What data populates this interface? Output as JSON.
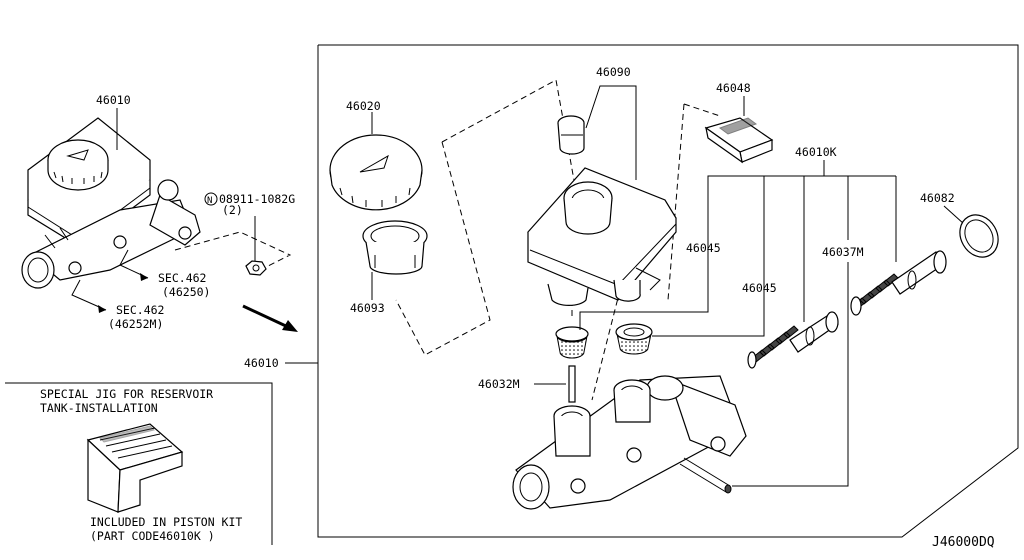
{
  "labels": {
    "assembly_left": "46010",
    "assembly_right": "46010",
    "kit": "46010K",
    "cap": "46020",
    "strainer": "46093",
    "grommet_set": "46090",
    "sensor": "46048",
    "reservoir_seal_a": "46045",
    "reservoir_seal_b": "46045",
    "piston_secondary": "46037M",
    "piston_primary": "46082",
    "pin": "46032M",
    "nut_part": "08911-1082G",
    "nut_symbol": "N",
    "nut_qty": "(2)",
    "sec_a_code": "SEC.462",
    "sec_a_ref": "(46250)",
    "sec_b_code": "SEC.462",
    "sec_b_ref": "(46252M)",
    "jig_title_1": "SPECIAL JIG FOR RESERVOIR",
    "jig_title_2": "TANK-INSTALLATION",
    "jig_note_1": "INCLUDED IN PISTON KIT",
    "jig_note_2": "(PART CODE46010K )",
    "diagram_code": "J46000DQ"
  }
}
